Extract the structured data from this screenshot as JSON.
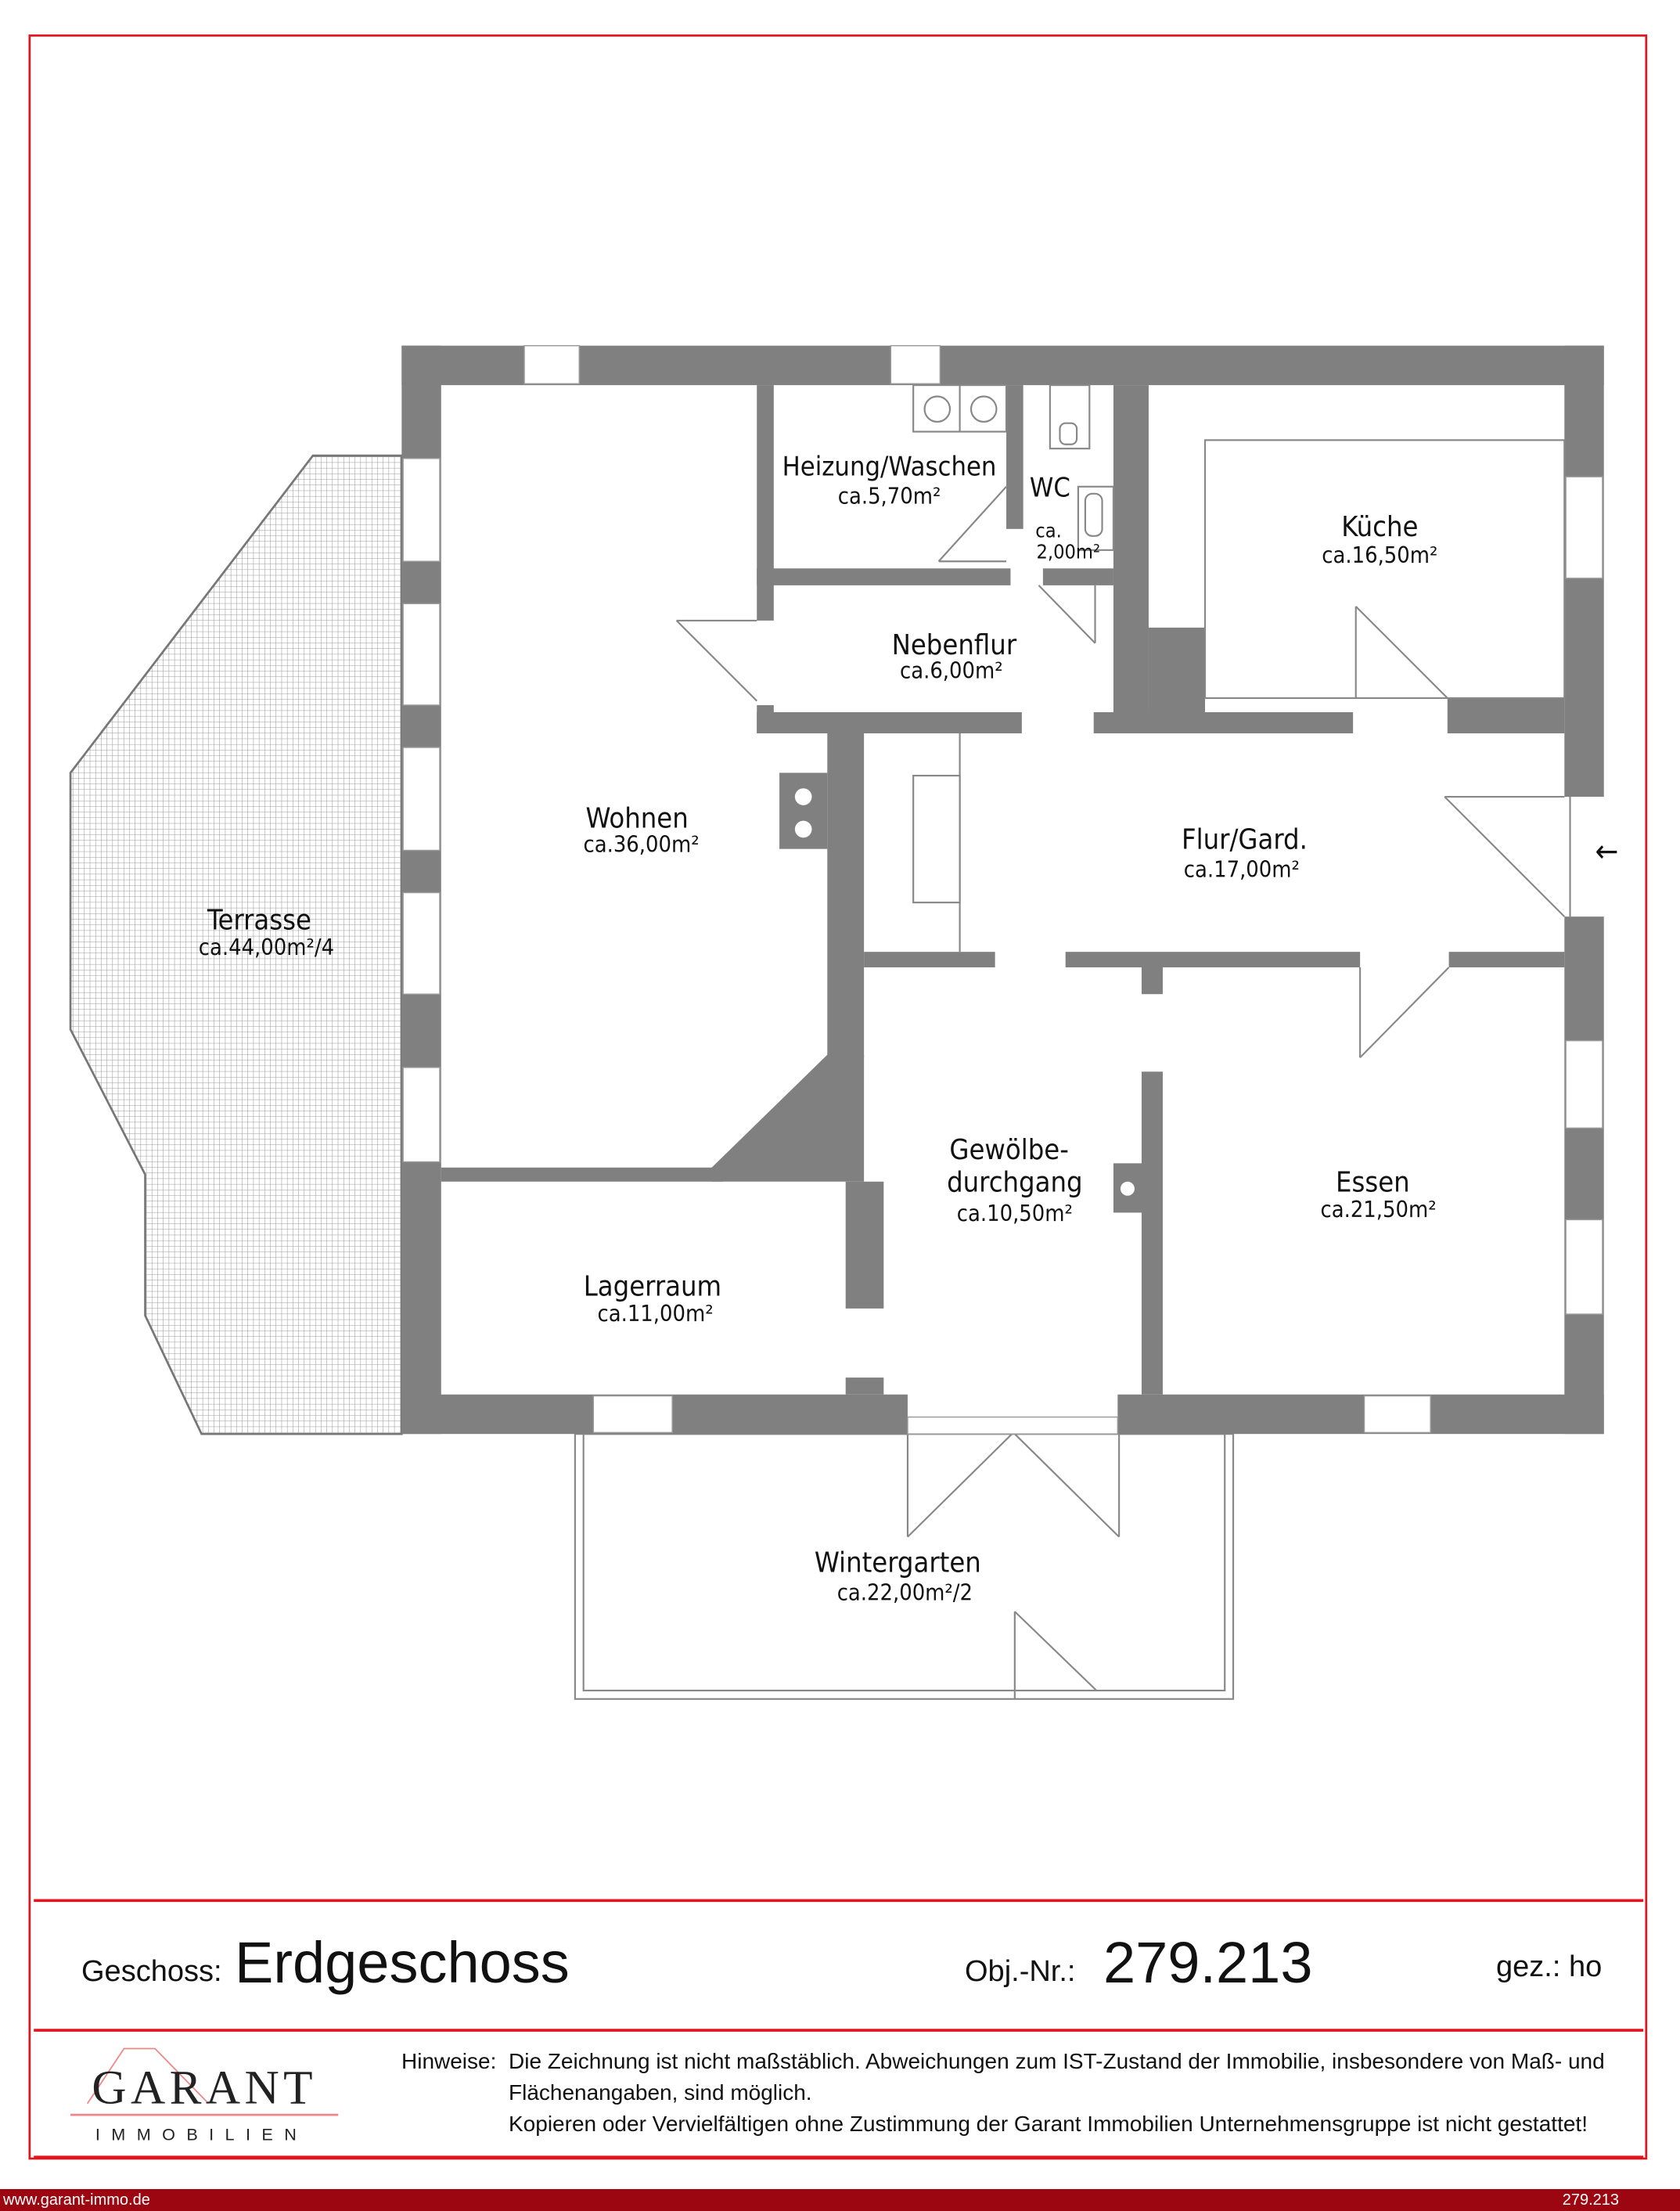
{
  "rooms": {
    "heizung": {
      "name": "Heizung/Waschen",
      "area": "ca.5,70m²"
    },
    "wc": {
      "name": "WC",
      "area_line1": "ca.",
      "area_line2": "2,00m²"
    },
    "kueche": {
      "name": "Küche",
      "area": "ca.16,50m²"
    },
    "nebenflur": {
      "name": "Nebenflur",
      "area": "ca.6,00m²"
    },
    "wohnen": {
      "name": "Wohnen",
      "area": "ca.36,00m²"
    },
    "flur": {
      "name": "Flur/Gard.",
      "area": "ca.17,00m²"
    },
    "terrasse": {
      "name": "Terrasse",
      "area": "ca.44,00m²/4"
    },
    "gewoelbe": {
      "name_line1": "Gewölbe-",
      "name_line2": "durchgang",
      "area": "ca.10,50m²"
    },
    "essen": {
      "name": "Essen",
      "area": "ca.21,50m²"
    },
    "lager": {
      "name": "Lagerraum",
      "area": "ca.11,00m²"
    },
    "wintergarten": {
      "name": "Wintergarten",
      "area": "ca.22,00m²/2"
    }
  },
  "entrance_arrow": "←",
  "titleblock": {
    "geschoss_label": "Geschoss:",
    "geschoss_value": "Erdgeschoss",
    "obj_label": "Obj.-Nr.:",
    "obj_value": "279.213",
    "gez": "gez.: ho"
  },
  "notes": {
    "label": "Hinweise:",
    "line1": "Die Zeichnung ist nicht maßstäblich. Abweichungen zum IST-Zustand der Immobilie, insbesondere von Maß- und",
    "line2": "Flächenangaben, sind möglich.",
    "line3": "Kopieren oder Vervielfältigen ohne Zustimmung der Garant Immobilien Unternehmensgruppe ist nicht gestattet!"
  },
  "logo": {
    "name": "GARANT",
    "sub": "IMMOBILIEN"
  },
  "footer": {
    "url": "www.garant-immo.de",
    "ref": "279.213"
  },
  "colors": {
    "frame": "#e3141b",
    "wall": "#808080",
    "footer": "#9c0610"
  }
}
